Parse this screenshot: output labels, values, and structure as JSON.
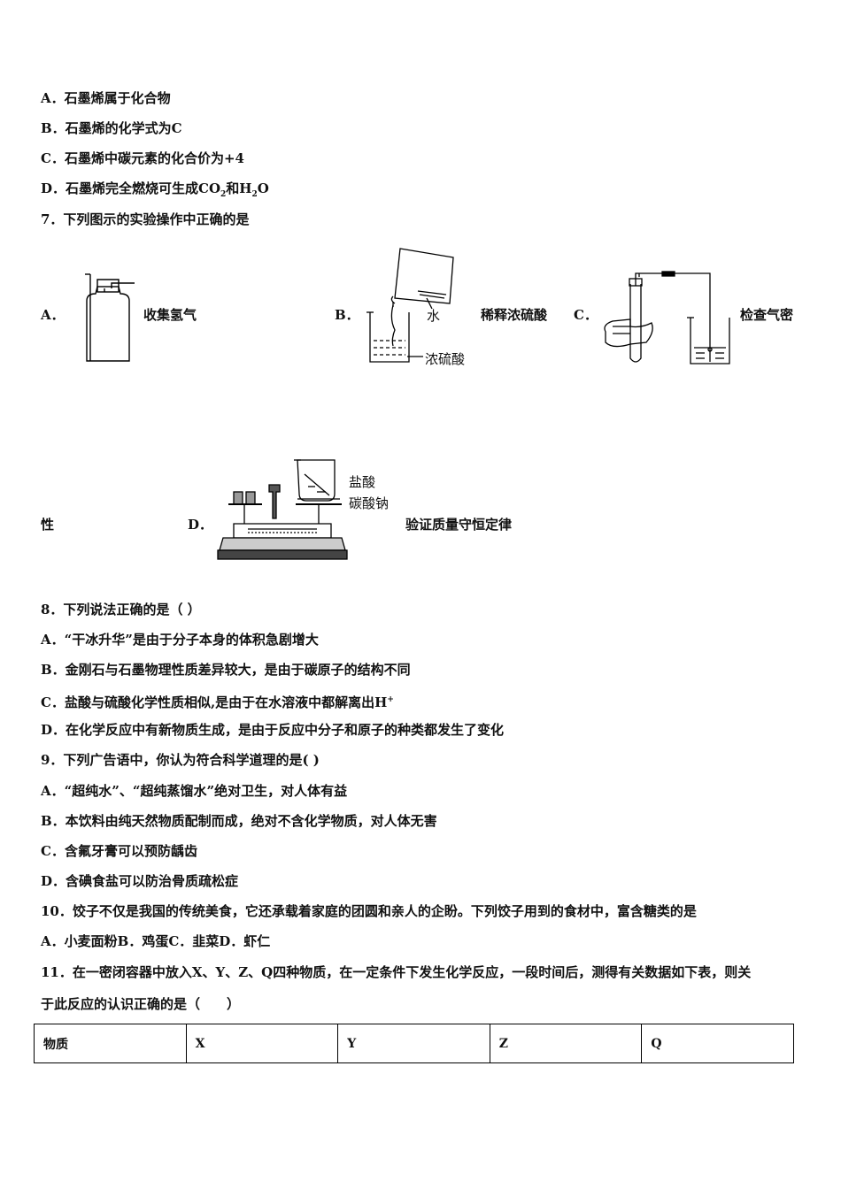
{
  "q6": {
    "opts": {
      "a": "A．石墨烯属于化合物",
      "b": "B．石墨烯的化学式为C",
      "c": "C．石墨烯中碳元素的化合价为+4",
      "d_pre": "D．石墨烯完全燃烧可生成CO",
      "d_sub1": "2",
      "d_mid": "和H",
      "d_sub2": "2",
      "d_post": "O"
    }
  },
  "q7": {
    "stem": "7．下列图示的实验操作中正确的是",
    "a": {
      "letter": "A．",
      "caption": "收集氢气"
    },
    "b": {
      "letter": "B．",
      "caption": "稀释浓硫酸",
      "water": "水",
      "acid": "浓硫酸"
    },
    "c": {
      "letter": "C．",
      "caption": "检查气密",
      "caption_tail": "性"
    },
    "d": {
      "letter": "D．",
      "caption": "验证质量守恒定律",
      "hcl": "盐酸",
      "na2co3": "碳酸钠"
    }
  },
  "q8": {
    "stem": "8．下列说法正确的是（ ）",
    "a": "A．“干冰升华”是由于分子本身的体积急剧增大",
    "b": "B．金刚石与石墨物理性质差异较大，是由于碳原子的结构不同",
    "c_pre": "C．盐酸与硫酸化学性质相似,是由于在水溶液中都解离出H",
    "c_sup": "+",
    "d": "D．在化学反应中有新物质生成，是由于反应中分子和原子的种类都发生了变化"
  },
  "q9": {
    "stem": "9．下列广告语中，你认为符合科学道理的是( )",
    "a": "A．“超纯水”、“超纯蒸馏水”绝对卫生，对人体有益",
    "b": "B．本饮料由纯天然物质配制而成，绝对不含化学物质，对人体无害",
    "c": "C．含氟牙膏可以预防龋齿",
    "d": "D．含碘食盐可以防治骨质疏松症"
  },
  "q10": {
    "stem": "10．饺子不仅是我国的传统美食，它还承载着家庭的团圆和亲人的企盼。下列饺子用到的食材中，富含糖类的是",
    "opts": [
      "A．小麦面粉",
      "B．鸡蛋",
      "C．韭菜",
      "D．虾仁"
    ]
  },
  "q11": {
    "stem1": "11．在一密闭容器中放入X、Y、Z、Q四种物质，在一定条件下发生化学反应，一段时间后，测得有关数据如下表，则关",
    "stem2": "于此反应的认识正确的是（　　）",
    "table_header": [
      "物质",
      "X",
      "Y",
      "Z",
      "Q"
    ]
  }
}
